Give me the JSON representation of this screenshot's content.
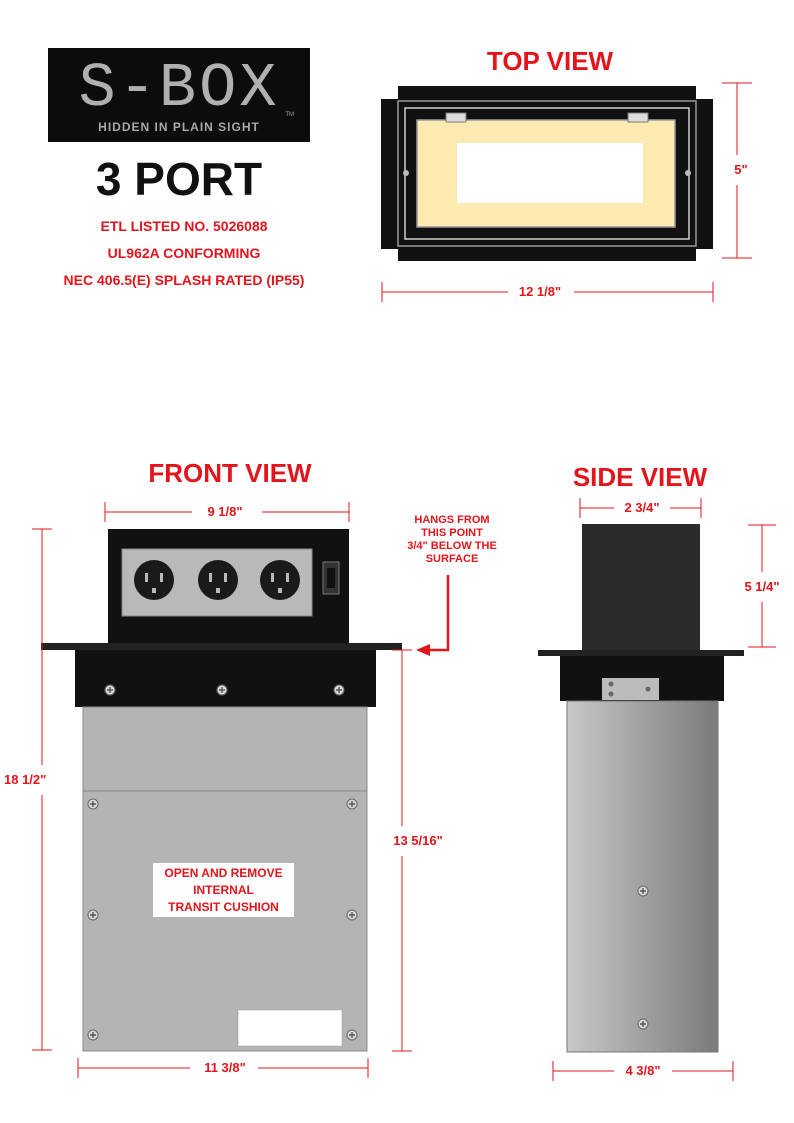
{
  "logo": {
    "wordmark": "S-BOX",
    "tagline": "HIDDEN IN PLAIN SIGHT",
    "tm": "TM"
  },
  "product": "3 PORT",
  "certifications": [
    "ETL LISTED NO. 5026088",
    "UL962A CONFORMING",
    "NEC 406.5(E) SPLASH RATED (IP55)"
  ],
  "top_view": {
    "title": "TOP VIEW",
    "width": "12 1/8\"",
    "height": "5\""
  },
  "front_view": {
    "title": "FRONT VIEW",
    "top_width": "9 1/8\"",
    "overall_height": "18 1/2\"",
    "body_height": "13 5/16\"",
    "bottom_width": "11 3/8\"",
    "label": [
      "OPEN AND REMOVE",
      "INTERNAL",
      "TRANSIT CUSHION"
    ],
    "hang_note": [
      "HANGS FROM",
      "THIS POINT",
      "3/4\" BELOW THE",
      "SURFACE"
    ]
  },
  "side_view": {
    "title": "SIDE VIEW",
    "top_width": "2 3/4\"",
    "upper_height": "5 1/4\"",
    "bottom_width": "4 3/8\""
  },
  "colors": {
    "accent": "#e3141b",
    "black": "#111111",
    "faceplate": "#b9b9b9",
    "tray": "#fdeab0"
  }
}
